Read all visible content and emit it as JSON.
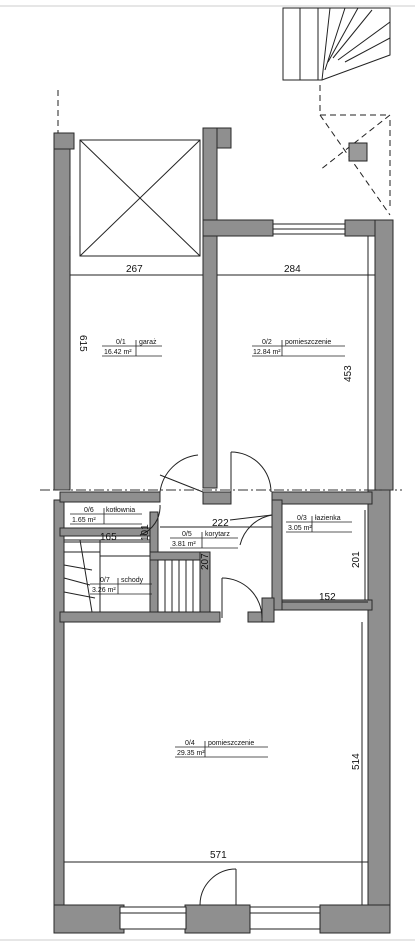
{
  "dimensions": {
    "d267": "267",
    "d284": "284",
    "d615": "615",
    "d453": "453",
    "d165": "165",
    "d101": "101",
    "d222": "222",
    "d207": "207",
    "d201": "201",
    "d152": "152",
    "d514": "514",
    "d571": "571"
  },
  "rooms": {
    "garaz": {
      "id": "0/1",
      "name": "garaż",
      "area": "16.42 m²"
    },
    "pom2": {
      "id": "0/2",
      "name": "pomieszczenie",
      "area": "12.84 m²"
    },
    "lazienka": {
      "id": "0/3",
      "name": "łazienka",
      "area": "3.05 m²"
    },
    "pom4": {
      "id": "0/4",
      "name": "pomieszczenie",
      "area": "29.35 m²"
    },
    "korytarz": {
      "id": "0/5",
      "name": "korytarz",
      "area": "3.81 m²"
    },
    "kotlownia": {
      "id": "0/6",
      "name": "kotłownia",
      "area": "1.65 m²"
    },
    "schody": {
      "id": "0/7",
      "name": "schody",
      "area": "3.26 m²"
    }
  },
  "colors": {
    "wall": "#8f8f8f",
    "wall_edge": "#2a2a2a",
    "line": "#1a1a1a",
    "window": "#ffffff"
  }
}
